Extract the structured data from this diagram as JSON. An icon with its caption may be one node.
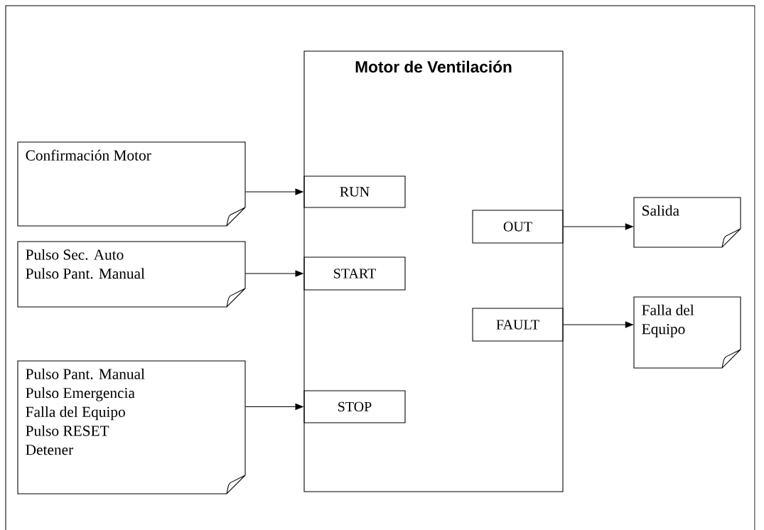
{
  "diagram": {
    "nodes": [
      {
        "text": [
          "Confirmación Motor"
        ]
      },
      {
        "text": [
          "Motor de Ventilación"
        ]
      },
      {
        "text": [
          "RUN"
        ],
        "in": 1
      },
      {
        "text": [
          "START"
        ],
        "in": 1
      },
      {
        "text": [
          "STOP"
        ],
        "in": 1
      },
      {
        "text": [
          "OUT"
        ],
        "in": 1
      },
      {
        "text": [
          "FAULT"
        ],
        "in": 1
      },
      {
        "text": [
          "Pulso Sec. Auto",
          "Pulso Pant. Manual"
        ]
      },
      {
        "text": [
          "Pulso Pant. Manual",
          "Pulso Emergencia",
          "Falla del Equipo",
          "Pulso RESET",
          "Detener"
        ]
      },
      {
        "text": [
          "Salida"
        ]
      },
      {
        "text": [
          "Falla del Equipo"
        ]
      }
    ],
    "edges": [
      {
        "from": 0,
        "to": 2,
        "arrow": "to"
      },
      {
        "from": 7,
        "to": 3,
        "arrow": "to"
      },
      {
        "from": 8,
        "to": 4,
        "arrow": "to"
      },
      {
        "from": 5,
        "to": 9,
        "arrow": "to"
      },
      {
        "from": 6,
        "to": 10,
        "arrow": "to"
      }
    ]
  }
}
